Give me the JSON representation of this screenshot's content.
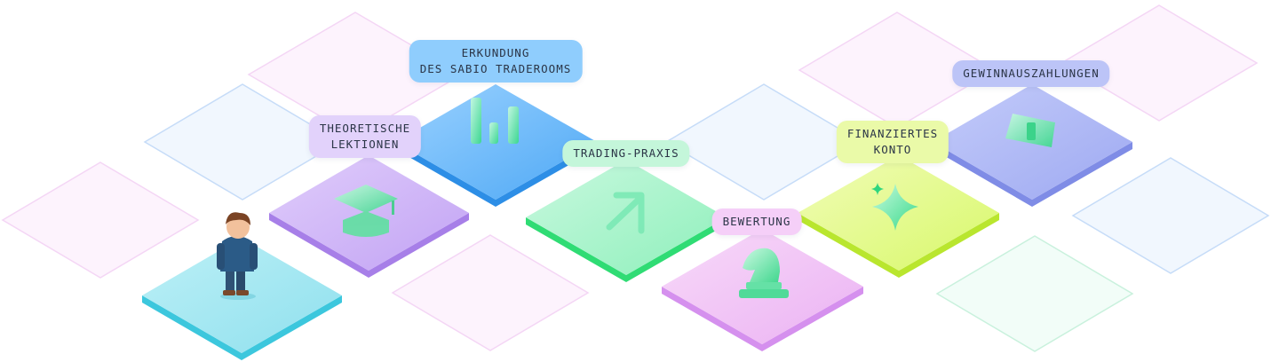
{
  "steps": [
    {
      "id": "theoretische-lektionen",
      "line1": "THEORETISCHE",
      "line2": "LEKTIONEN",
      "icon": "graduation-cap-icon",
      "color": "#cdb4f5"
    },
    {
      "id": "erkundung",
      "line1": "ERKUNDUNG",
      "line2": "DES SABIO TRADEROOMS",
      "icon": "bar-chart-icon",
      "color": "#7cc4fb"
    },
    {
      "id": "trading-praxis",
      "line1": "TRADING-PRAXIS",
      "icon": "arrow-up-right-icon",
      "color": "#b8f5d2"
    },
    {
      "id": "bewertung",
      "line1": "BEWERTUNG",
      "icon": "chess-knight-icon",
      "color": "#f4c8f8"
    },
    {
      "id": "finanziertes-konto",
      "line1": "FINANZIERTES",
      "line2": "KONTO",
      "icon": "sparkle-icon",
      "color": "#e6fb9b"
    },
    {
      "id": "gewinnauszahlungen",
      "line1": "GEWINNAUSZAHLUNGEN",
      "icon": "banknote-icon",
      "color": "#b6bff5"
    }
  ],
  "avatar": {
    "name": "student-avatar"
  }
}
